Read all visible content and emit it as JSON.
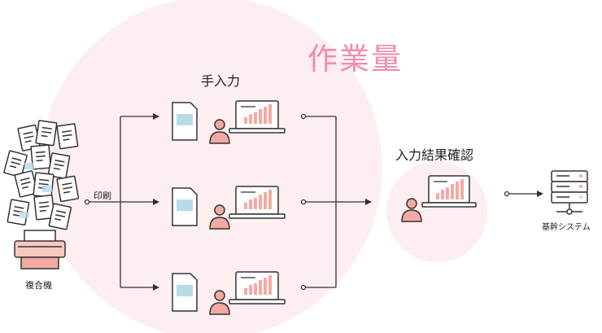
{
  "labels": {
    "workload": "作業量",
    "manual_input": "手入力",
    "check_result": "入力結果確認",
    "print": "印刷",
    "mfp": "複合機",
    "core_system": "基幹システム"
  },
  "colors": {
    "accent_pink": "#f08cae",
    "circle_fill": "#fdeef0",
    "icon_fill": "#f2aaa2",
    "doc_blue": "#b9dbe8",
    "line_dark": "#333333"
  }
}
